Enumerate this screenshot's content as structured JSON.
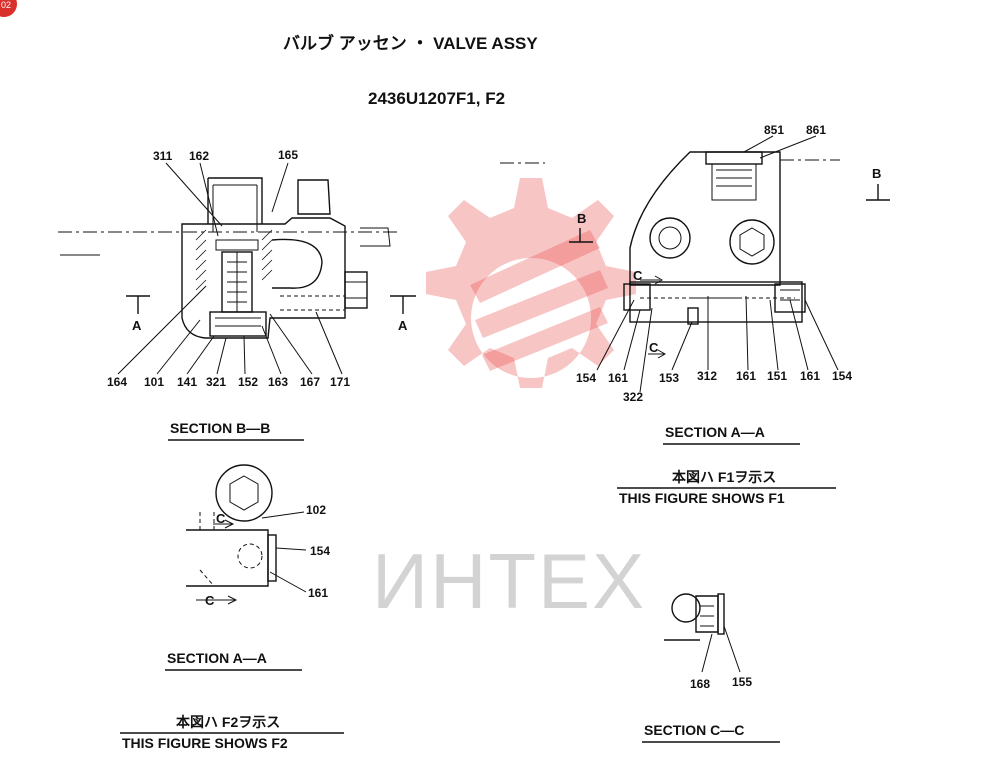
{
  "header": {
    "title": "バルブ アッセン ・ VALVE ASSY",
    "part_numbers": "2436U1207F1, F2"
  },
  "section_bb": {
    "caption": "SECTION B—B",
    "cut_mark": "A",
    "callouts": [
      "311",
      "162",
      "165",
      "164",
      "101",
      "141",
      "321",
      "152",
      "163",
      "167",
      "171"
    ]
  },
  "section_aa_f1": {
    "caption": "SECTION A—A",
    "cut_mark_b": "B",
    "cut_mark_c": "C",
    "callouts": [
      "851",
      "861",
      "154",
      "161",
      "322",
      "153",
      "312",
      "161",
      "151",
      "161",
      "154"
    ],
    "note_jp": "本図ハ F1ヲ示ス",
    "note_en": "THIS FIGURE SHOWS F1"
  },
  "section_aa_f2": {
    "caption": "SECTION A—A",
    "cut_mark_c": "C",
    "callouts": [
      "102",
      "154",
      "161"
    ],
    "note_jp": "本図ハ F2ヲ示ス",
    "note_en": "THIS FIGURE SHOWS F2"
  },
  "section_cc": {
    "caption": "SECTION C—C",
    "callouts": [
      "168",
      "155"
    ]
  },
  "watermark": {
    "text": "ИНТЕХ",
    "color": "#e84a4a"
  },
  "corner_badge": {
    "text": "02",
    "color": "#d9302c"
  }
}
